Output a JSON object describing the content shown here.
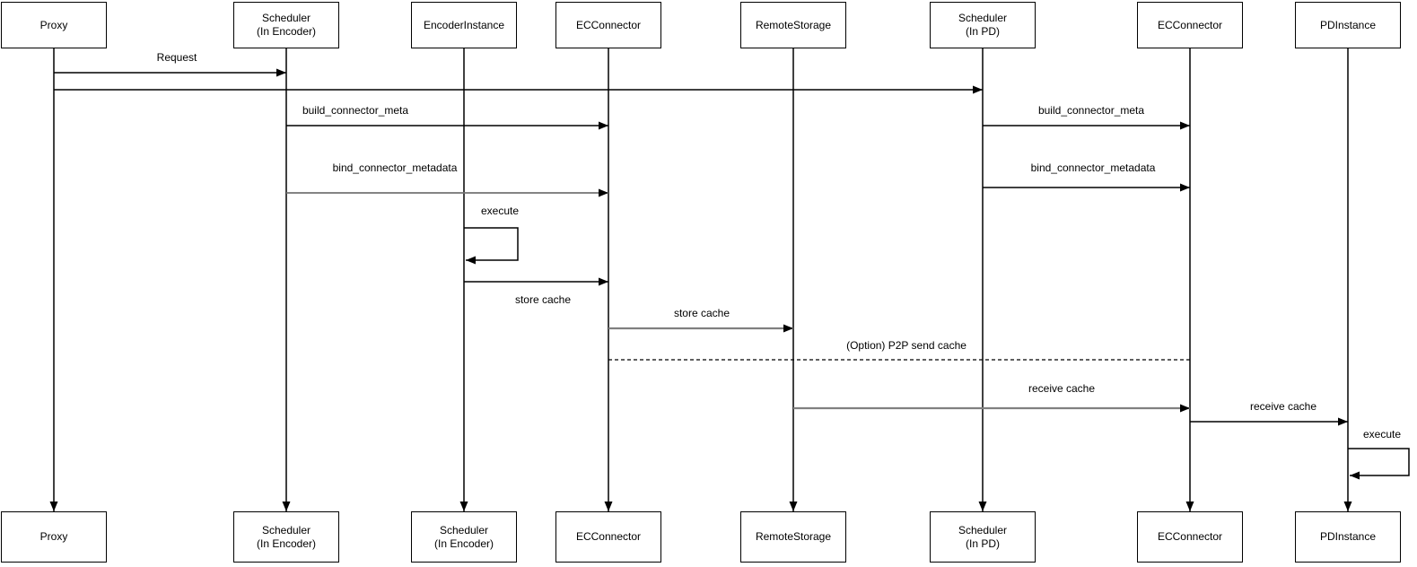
{
  "diagram": {
    "kind": "uml-sequence-diagram",
    "colors": {
      "background": "#ffffff",
      "box_fill": "#ffffff",
      "box_border": "#000000",
      "text": "#000000",
      "arrow_line": "#000000",
      "muted_arrow_line": "#808080"
    },
    "participants": [
      {
        "id": "proxy",
        "top_label": "Proxy",
        "bottom_label": "Proxy"
      },
      {
        "id": "scheduler-encoder",
        "top_label": "Scheduler\n(In Encoder)",
        "bottom_label": "Scheduler\n(In Encoder)"
      },
      {
        "id": "encoder-instance",
        "top_label": "EncoderInstance",
        "bottom_label": "Scheduler\n(In Encoder)"
      },
      {
        "id": "ec-connector-1",
        "top_label": "ECConnector",
        "bottom_label": "ECConnector"
      },
      {
        "id": "remote-storage",
        "top_label": "RemoteStorage",
        "bottom_label": "RemoteStorage"
      },
      {
        "id": "scheduler-pd",
        "top_label": "Scheduler\n(In PD)",
        "bottom_label": "Scheduler\n(In PD)"
      },
      {
        "id": "ec-connector-2",
        "top_label": "ECConnector",
        "bottom_label": "ECConnector"
      },
      {
        "id": "pd-instance",
        "top_label": "PDInstance",
        "bottom_label": "PDInstance"
      }
    ],
    "messages": [
      {
        "label": "Request",
        "from": "proxy",
        "to": "scheduler-encoder",
        "line": "solid",
        "arrowhead": true,
        "color": "#000000"
      },
      {
        "label": "",
        "from": "proxy",
        "to": "scheduler-pd",
        "line": "solid",
        "arrowhead": true,
        "color": "#000000"
      },
      {
        "label": "build_connector_meta",
        "from": "scheduler-encoder",
        "to": "ec-connector-1",
        "line": "solid",
        "arrowhead": true,
        "color": "#000000"
      },
      {
        "label": "build_connector_meta",
        "from": "scheduler-pd",
        "to": "ec-connector-2",
        "line": "solid",
        "arrowhead": true,
        "color": "#000000"
      },
      {
        "label": "bind_connector_metadata",
        "from": "scheduler-encoder",
        "to": "ec-connector-1",
        "line": "solid",
        "arrowhead": true,
        "color": "#737373"
      },
      {
        "label": "bind_connector_metadata",
        "from": "scheduler-pd",
        "to": "ec-connector-2",
        "line": "solid",
        "arrowhead": true,
        "color": "#000000"
      },
      {
        "label": "execute",
        "from": "encoder-instance",
        "to": "encoder-instance",
        "line": "self",
        "arrowhead": true,
        "color": "#000000"
      },
      {
        "label": "store cache",
        "from": "encoder-instance",
        "to": "ec-connector-1",
        "line": "solid",
        "arrowhead": true,
        "color": "#000000"
      },
      {
        "label": "store cache",
        "from": "ec-connector-1",
        "to": "remote-storage",
        "line": "solid",
        "arrowhead": true,
        "color": "#808080"
      },
      {
        "label": "(Option) P2P send cache",
        "from": "ec-connector-1",
        "to": "ec-connector-2",
        "line": "dashed",
        "arrowhead": false,
        "color": "#000000"
      },
      {
        "label": "receive cache",
        "from": "remote-storage",
        "to": "ec-connector-2",
        "line": "solid",
        "arrowhead": true,
        "color": "#808080"
      },
      {
        "label": "receive cache",
        "from": "ec-connector-2",
        "to": "pd-instance",
        "line": "solid",
        "arrowhead": true,
        "color": "#000000"
      },
      {
        "label": "execute",
        "from": "pd-instance",
        "to": "pd-instance",
        "line": "self",
        "arrowhead": true,
        "color": "#000000"
      }
    ]
  }
}
